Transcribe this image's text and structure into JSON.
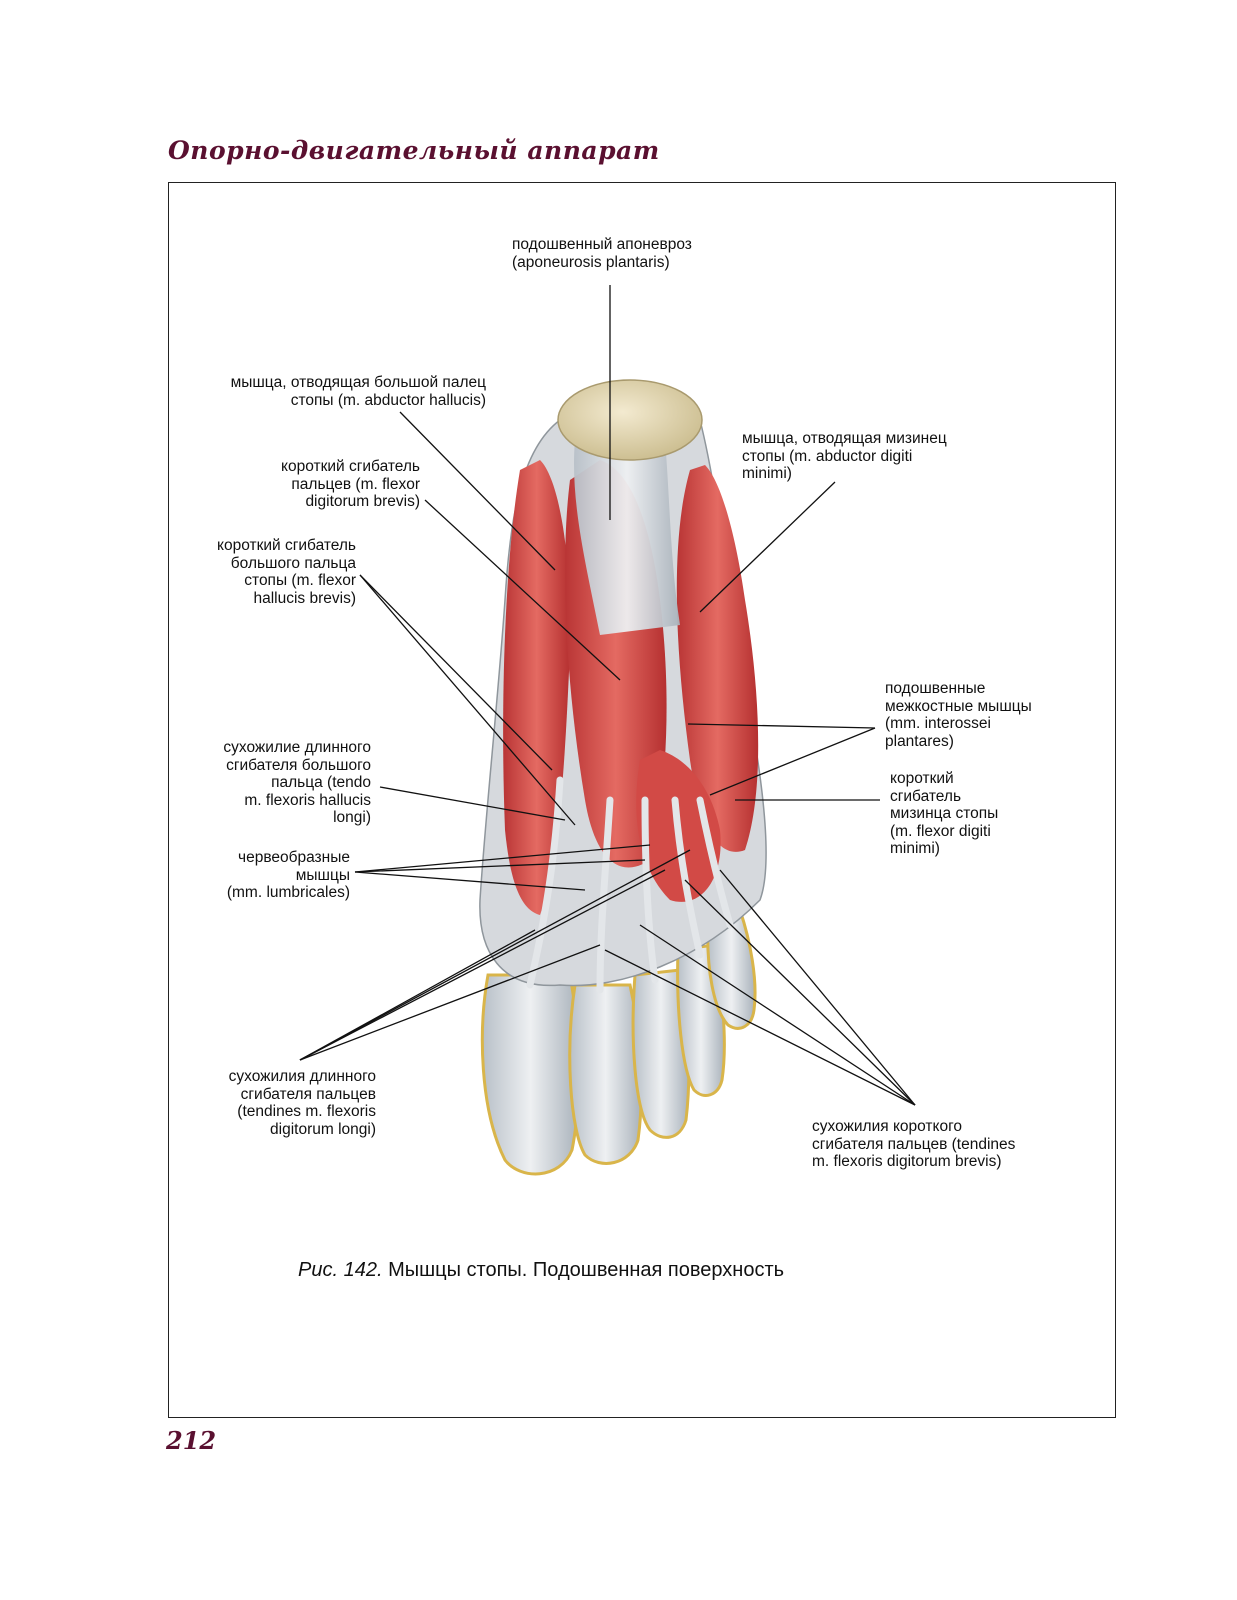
{
  "header": {
    "running_head": "Опорно-двигательный аппарат"
  },
  "figure": {
    "caption_number": "Рис. 142.",
    "caption_text": " Мышцы стопы. Подошвенная поверхность",
    "labels": {
      "aponeurosis": [
        "подошвенный апоневроз",
        "(aponeurosis plantaris)"
      ],
      "abductor_hallucis": [
        "мышца, отводящая большой палец",
        "стопы (m. abductor hallucis)"
      ],
      "flexor_digitorum_brevis": [
        "короткий сгибатель",
        "пальцев (m. flexor",
        "digitorum brevis)"
      ],
      "flexor_hallucis_brevis": [
        "короткий сгибатель",
        "большого пальца",
        "стопы (m. flexor",
        "hallucis brevis)"
      ],
      "tendon_flexor_hallucis_longus": [
        "сухожилие длинного",
        "сгибателя большого",
        "пальца (tendo",
        "m. flexoris hallucis",
        "longi)"
      ],
      "lumbricales": [
        "червеобразные",
        "мышцы",
        "(mm. lumbricales)"
      ],
      "tendons_flexor_digitorum_longus": [
        "сухожилия длинного",
        "сгибателя пальцев",
        "(tendines m. flexoris",
        "digitorum longi)"
      ],
      "abductor_digiti_minimi": [
        "мышца, отводящая мизинец",
        "стопы (m. abductor digiti",
        "minimi)"
      ],
      "interossei_plantares": [
        "подошвенные",
        "межкостные мышцы",
        "(mm. interossei",
        "plantares)"
      ],
      "flexor_digiti_minimi": [
        "короткий",
        "сгибатель",
        "мизинца стопы",
        "(m. flexor digiti",
        "minimi)"
      ],
      "tendons_flexor_digitorum_brevis": [
        "сухожилия короткого",
        "сгибателя пальцев (tendines",
        "m. flexoris digitorum brevis)"
      ]
    }
  },
  "footer": {
    "page_number": "212"
  },
  "colors": {
    "muscle": "#d94a4a",
    "tendon": "#d8dde2",
    "bone": "#e8dcb8",
    "fat": "#e6c860",
    "heading": "#5a1030"
  }
}
